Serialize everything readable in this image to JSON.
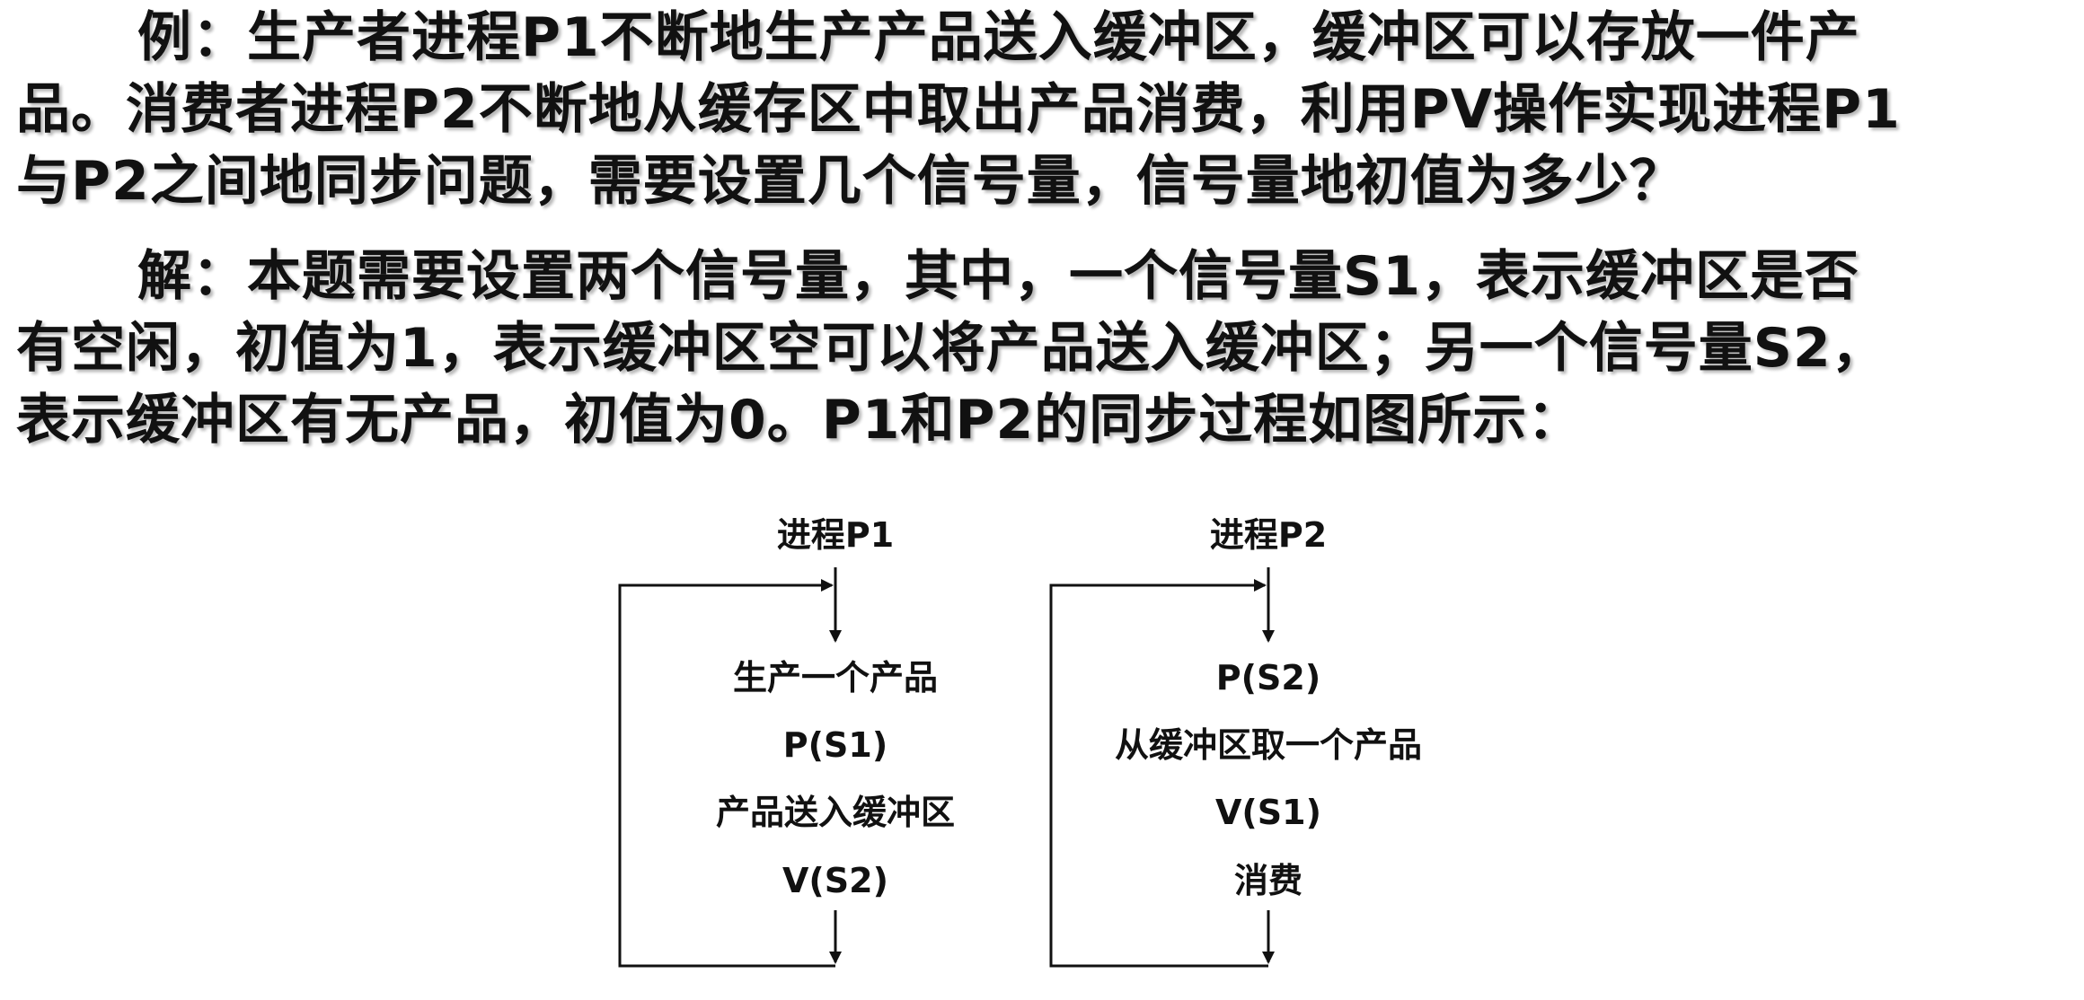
{
  "question": {
    "lines": [
      "例：生产者进程P1不断地生产产品送入缓冲区，缓冲区可以存放一件产",
      "品。消费者进程P2不断地从缓存区中取出产品消费，利用PV操作实现进程P1",
      "与P2之间地同步问题，需要设置几个信号量，信号量地初值为多少？"
    ]
  },
  "answer": {
    "lines": [
      "解：本题需要设置两个信号量，其中，一个信号量S1，表示缓冲区是否",
      "有空闲，初值为1，表示缓冲区空可以将产品送入缓冲区；另一个信号量S2，",
      "表示缓冲区有无产品，初值为0。P1和P2的同步过程如图所示："
    ]
  },
  "diagram": {
    "process1": {
      "title": "进程P1",
      "steps": [
        "生产一个产品",
        "P(S1)",
        "产品送入缓冲区",
        "V(S2)"
      ]
    },
    "process2": {
      "title": "进程P2",
      "steps": [
        "P(S2)",
        "从缓冲区取一个产品",
        "V(S1)",
        "消费"
      ]
    }
  }
}
